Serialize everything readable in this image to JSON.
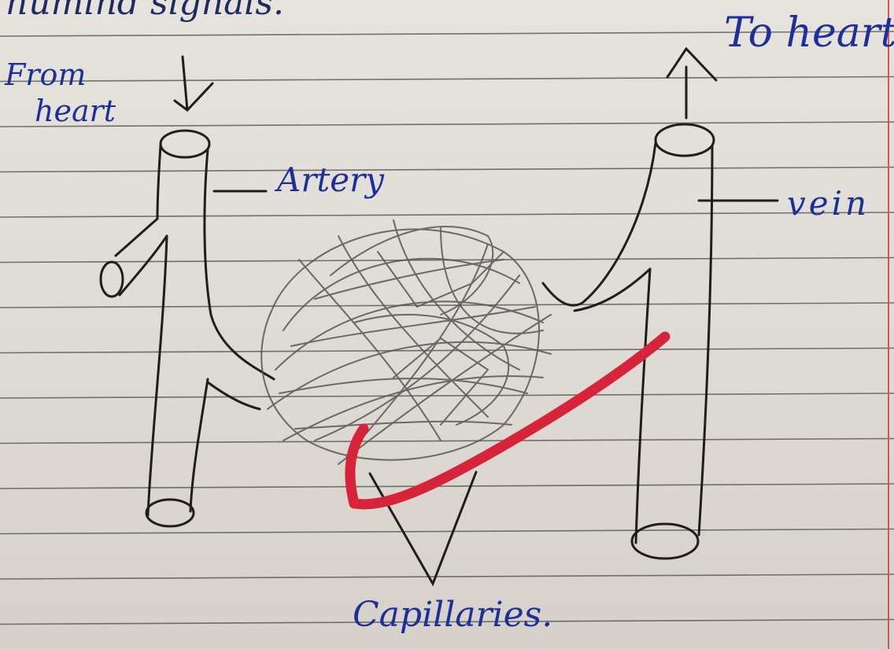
{
  "page": {
    "paper_color": "#e2ded8",
    "rule_color": "#4b4b4b",
    "margin_color": "#c8585f"
  },
  "text": {
    "top_fragment": "humind signals.",
    "from_heart_line1": "From",
    "from_heart_line2": "heart",
    "to_heart": "To heart",
    "artery": "Artery",
    "vein": "vein",
    "capillaries": "Capillaries."
  },
  "colors": {
    "ink_blue": "#1c2f9a",
    "pencil": "#1e1e1e",
    "capillary_pencil": "#555555",
    "red_marker": "#d8243a"
  },
  "icons": {
    "arrow_in": "down-arrow-icon",
    "arrow_out": "up-arrow-icon",
    "annotation": "red-curved-arrow-icon"
  }
}
